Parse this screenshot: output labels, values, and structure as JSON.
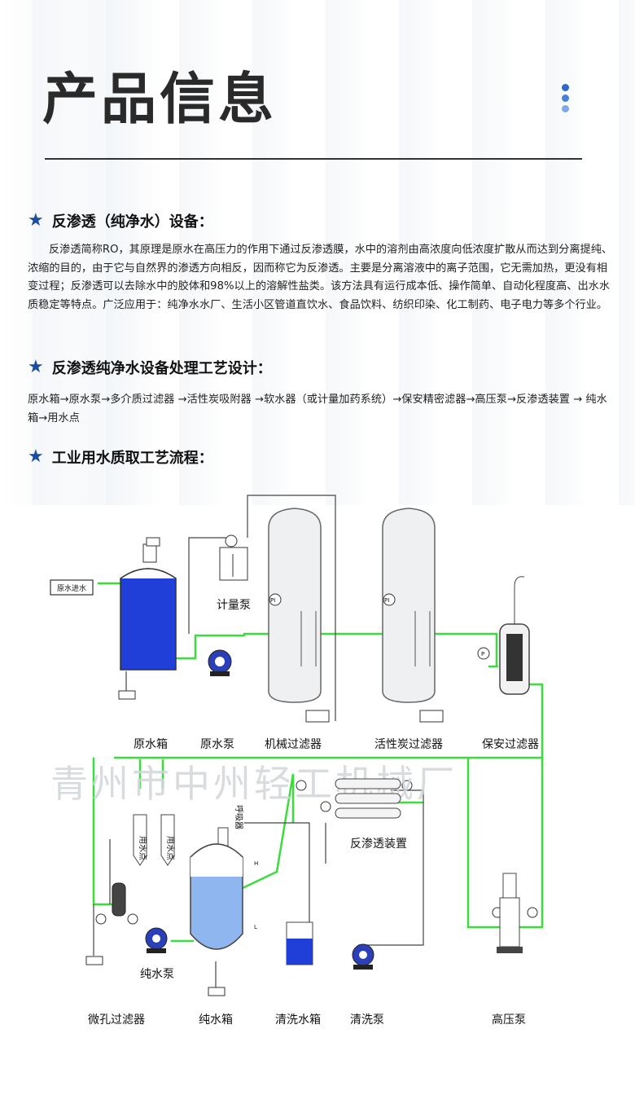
{
  "page": {
    "title": "产品信息",
    "dot_colors": [
      "#2f66c8",
      "#4a7fd6",
      "#7fa7e6"
    ],
    "accent": "#1a4fa0"
  },
  "sections": [
    {
      "heading": "反渗透（纯净水）设备：",
      "body": "反渗透简称RO，其原理是原水在高压力的作用下通过反渗透膜，水中的溶剂由高浓度向低浓度扩散从而达到分离提纯、浓缩的目的，由于它与自然界的渗透方向相反，因而称它为反渗透。主要是分离溶液中的离子范围，它无需加热，更没有相变过程；反渗透可以去除水中的胶体和98%以上的溶解性盐类。该方法具有运行成本低、操作简单、自动化程度高、出水水质稳定等特点。广泛应用于：纯净水水厂、生活小区管道直饮水、食品饮料、纺织印染、化工制药、电子电力等多个行业。"
    },
    {
      "heading": "反渗透纯净水设备处理工艺设计：",
      "body": "原水箱→原水泵→多介质过滤器 →活性炭吸附器 →软水器（或计量加药系统）→保安精密滤器→高压泵→反渗透装置 → 纯水箱→用水点"
    },
    {
      "heading": "工业用水质取工艺流程："
    }
  ],
  "diagram": {
    "watermark": "青州市中州轻工机械厂",
    "inlet_label": "原水进水",
    "dosing_label": "计量泵",
    "breather_label": "呼吸器",
    "use_point_label": "用水点",
    "ro_label": "反渗透装置",
    "gauge_p": "P",
    "gauge_pi": "PI",
    "level_h": "H",
    "level_l": "L",
    "top_labels": [
      "原水箱",
      "原水泵",
      "机械过滤器",
      "活性炭过滤器",
      "保安过滤器"
    ],
    "bottom_labels": [
      "微孔过滤器",
      "纯水泵",
      "纯水箱",
      "清洗水箱",
      "清洗泵",
      "高压泵"
    ],
    "colors": {
      "pipe_green": "#3ddc3d",
      "raw_tank": "#1f3fd8",
      "pure_tank": "#8fb6ee",
      "pump": "#2a3fb8",
      "line": "#444444"
    }
  }
}
